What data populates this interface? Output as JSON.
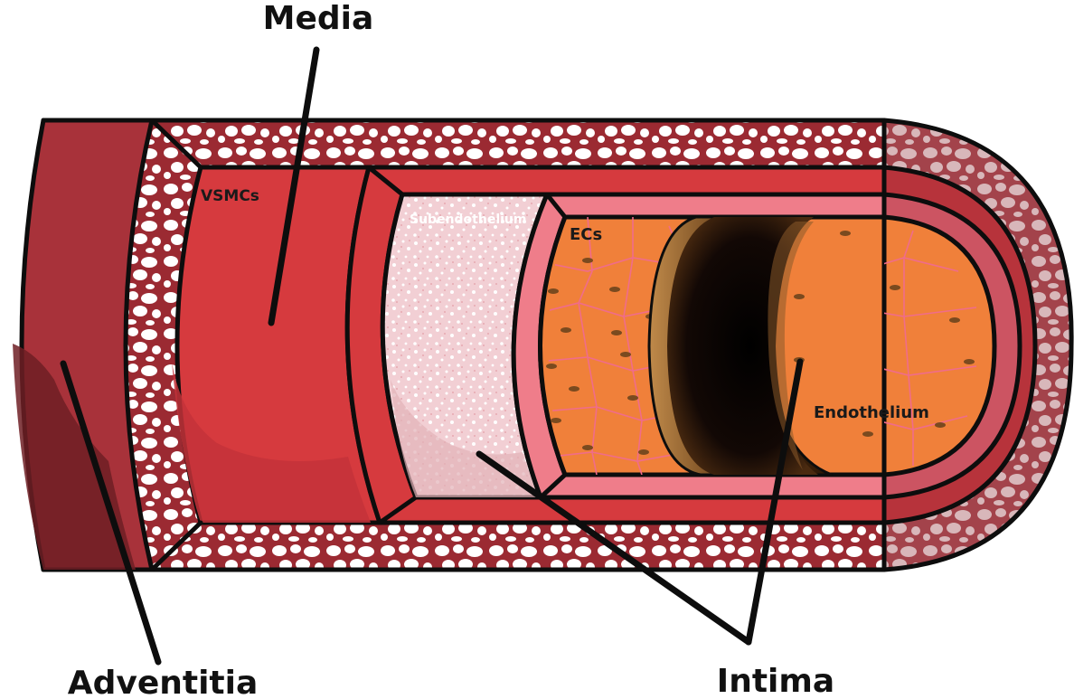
{
  "labels": {
    "media": "Media",
    "adventitia": "Adventitia",
    "intima": "Intima",
    "vsmcs": "VSMCs",
    "subendothelium": "Subendothelium",
    "ecs": "ECs",
    "endothelium": "Endothelium"
  },
  "colors": {
    "adventitia_red": "#a8323a",
    "adventitia_dark": "#6e1f25",
    "fat_background": "#9b2a32",
    "media_red": "#d63a3e",
    "subendothelium_pink": "#f0c8cd",
    "internal_lamina_pink": "#ef7d8a",
    "endothelium_orange": "#f0803a",
    "lumen_black": "#0a0604",
    "cell_outline": "#f06c8a",
    "nucleus_brown": "#7a4a1f"
  }
}
